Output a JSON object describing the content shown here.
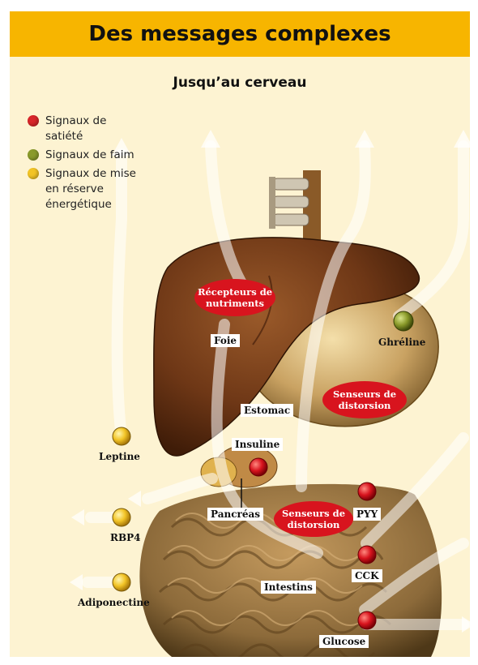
{
  "header": {
    "title": "Des messages complexes"
  },
  "diagram": {
    "subtitle": "Jusqu’au cerveau",
    "legend": [
      {
        "label": "Signaux de satiété",
        "color": "#d8262a"
      },
      {
        "label": "Signaux de faim",
        "color": "#8a9a2a"
      },
      {
        "label": "Signaux de mise en réserve énergétique",
        "color": "#f2c426"
      }
    ],
    "labels": {
      "receptors": "Récepteurs de nutriments",
      "liver": "Foie",
      "ghrelin": "Ghréline",
      "stomach": "Estomac",
      "distortion_sensors_stomach": "Senseurs de distorsion",
      "leptin": "Leptine",
      "insulin": "Insuline",
      "pancreas": "Pancréas",
      "distortion_sensors_intestine": "Senseurs de distorsion",
      "pyy": "PYY",
      "rbp4": "RBP4",
      "cck": "CCK",
      "intestines": "Intestins",
      "adiponectin": "Adiponectine",
      "glucose": "Glucose"
    }
  }
}
